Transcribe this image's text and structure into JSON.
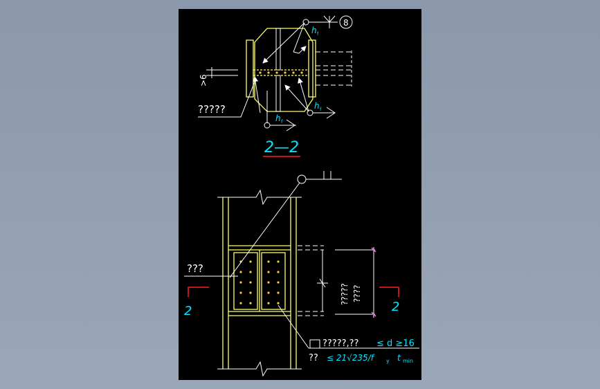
{
  "colors": {
    "background": "#8b98ab",
    "sheet": "#000000",
    "steel": "#ffff66",
    "lines": "#ffffff",
    "annotation": "#00e5ff",
    "section_mark": "#ff2020",
    "bolt": "#ffcc33",
    "dimension_tick": "#ff66ff"
  },
  "top_detail": {
    "weld_symbol_hf_top": "h",
    "weld_symbol_sub": "f",
    "callout_number": "8",
    "dim_label": ">6",
    "plate_label": "?????",
    "weld_symbol_hf_bottom_left": "h",
    "weld_symbol_hf_bottom_right": "h"
  },
  "section_title": "2—2",
  "bottom_detail": {
    "plate_label": "???",
    "section_mark_left": "2",
    "section_mark_right": "2",
    "side_note_1": "?????",
    "side_note_2": "????",
    "weld_note_line1": "?????,??",
    "weld_note_line1_cond": "≤ d ≥16",
    "weld_note_prefix": "??",
    "weld_note_formula": "≤ 21√235/f",
    "weld_note_formula_sub": "y",
    "weld_note_t": "t",
    "weld_note_t_sub": "min"
  }
}
